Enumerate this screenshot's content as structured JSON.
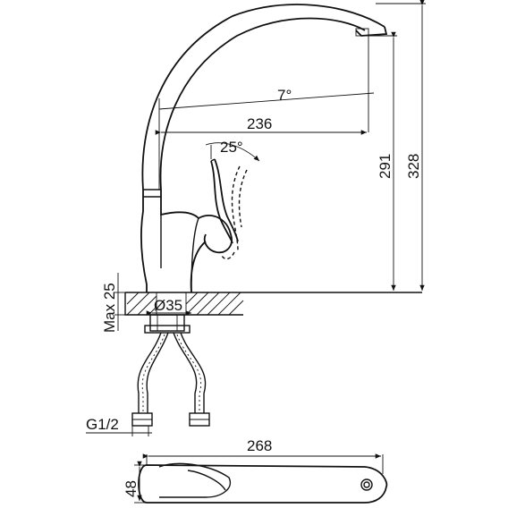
{
  "dimensions": {
    "angle_spout": "7°",
    "reach": "236",
    "height_spout": "291",
    "height_total": "328",
    "angle_lever": "25°",
    "max_thickness": "Max 25",
    "hole_diameter": "Ø35",
    "thread": "G1/2",
    "length_top_view": "268",
    "width_top_view": "48"
  }
}
